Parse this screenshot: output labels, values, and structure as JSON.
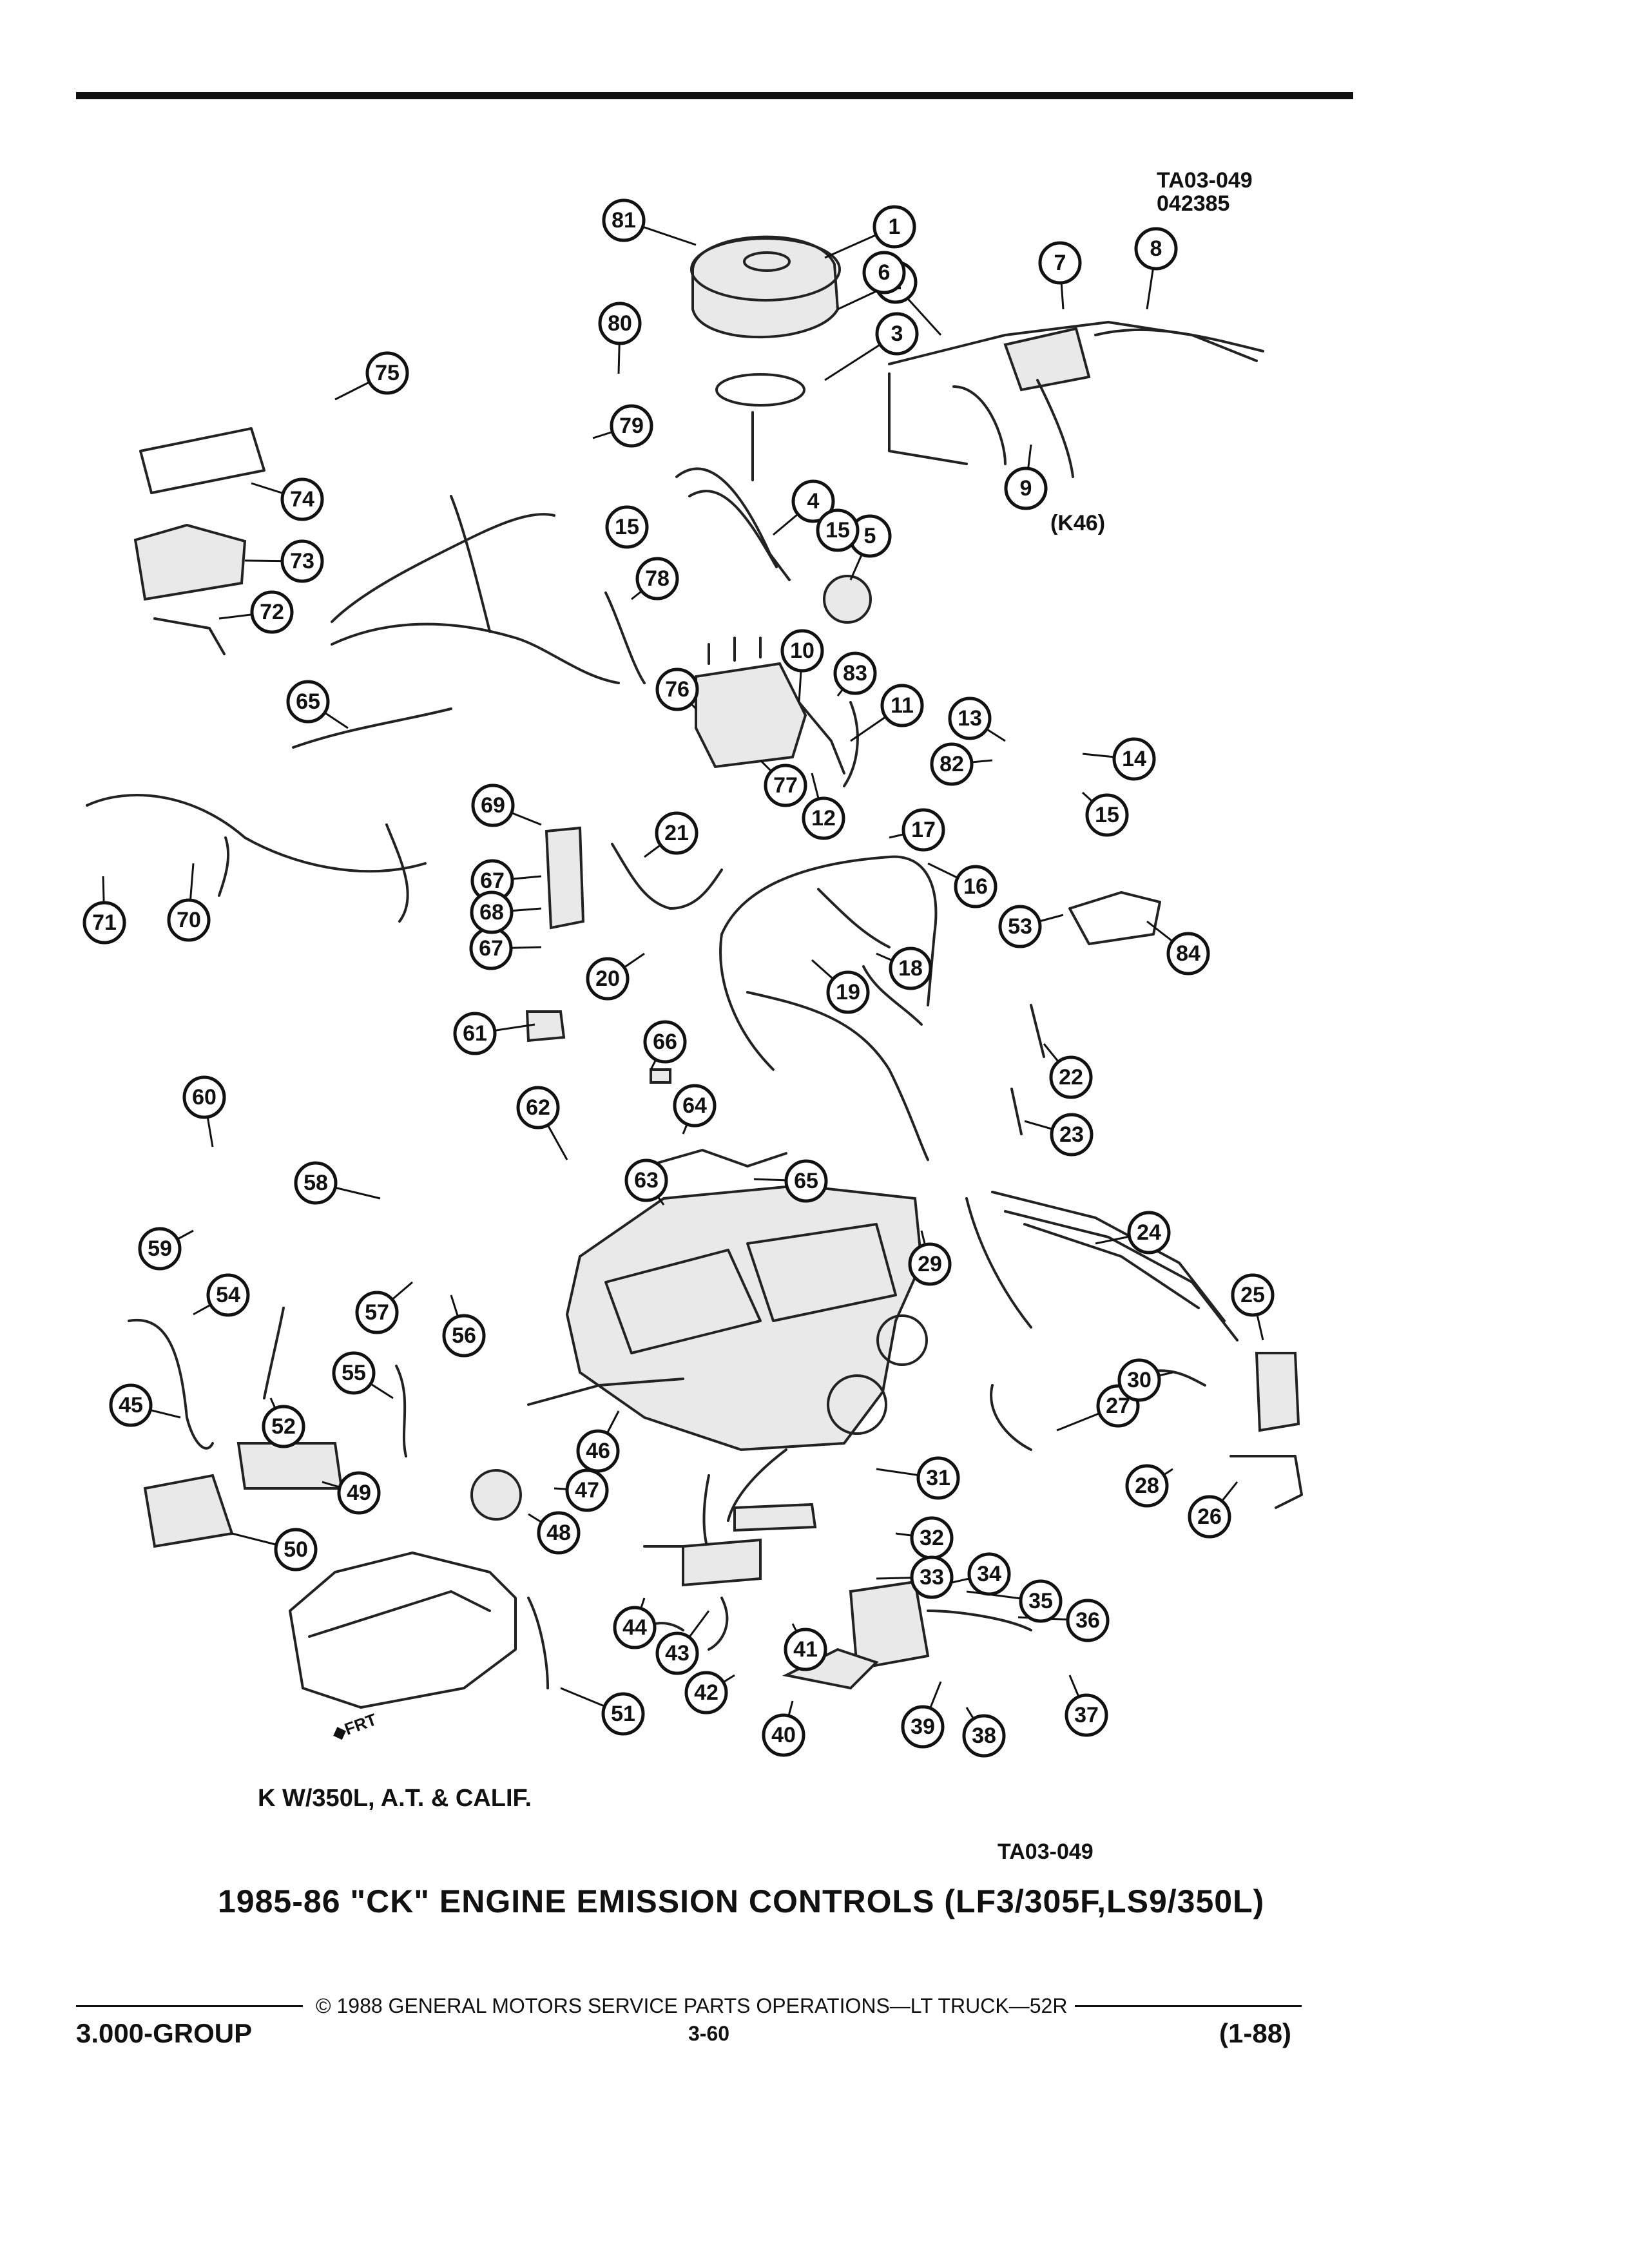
{
  "ref_top": {
    "line1": "TA03-049",
    "line2": "042385"
  },
  "k46_label": "(K46)",
  "variant_label": "K W/350L, A.T. & CALIF.",
  "ref_bottom": "TA03-049",
  "frt_label": "FRT",
  "page_title": "1985-86 \"CK\" ENGINE EMISSION CONTROLS (LF3/305F,LS9/350L)",
  "footer": {
    "copyright": "© 1988 GENERAL MOTORS SERVICE PARTS OPERATIONS—LT TRUCK—52R",
    "group": "3.000-GROUP",
    "page_number": "3-60",
    "date_code": "(1-88)"
  },
  "callouts": [
    "1",
    "2",
    "3",
    "4",
    "5",
    "6",
    "7",
    "8",
    "9",
    "10",
    "11",
    "12",
    "13",
    "14",
    "15",
    "15",
    "15",
    "16",
    "17",
    "18",
    "19",
    "20",
    "21",
    "22",
    "23",
    "24",
    "25",
    "26",
    "27",
    "28",
    "29",
    "30",
    "31",
    "32",
    "33",
    "34",
    "35",
    "36",
    "37",
    "38",
    "39",
    "40",
    "41",
    "42",
    "43",
    "44",
    "45",
    "46",
    "47",
    "48",
    "49",
    "50",
    "51",
    "52",
    "53",
    "54",
    "55",
    "56",
    "57",
    "58",
    "59",
    "60",
    "61",
    "62",
    "63",
    "64",
    "65",
    "65",
    "66",
    "67",
    "67",
    "68",
    "69",
    "70",
    "71",
    "72",
    "73",
    "74",
    "75",
    "76",
    "77",
    "78",
    "79",
    "80",
    "81",
    "82",
    "83",
    "84"
  ]
}
